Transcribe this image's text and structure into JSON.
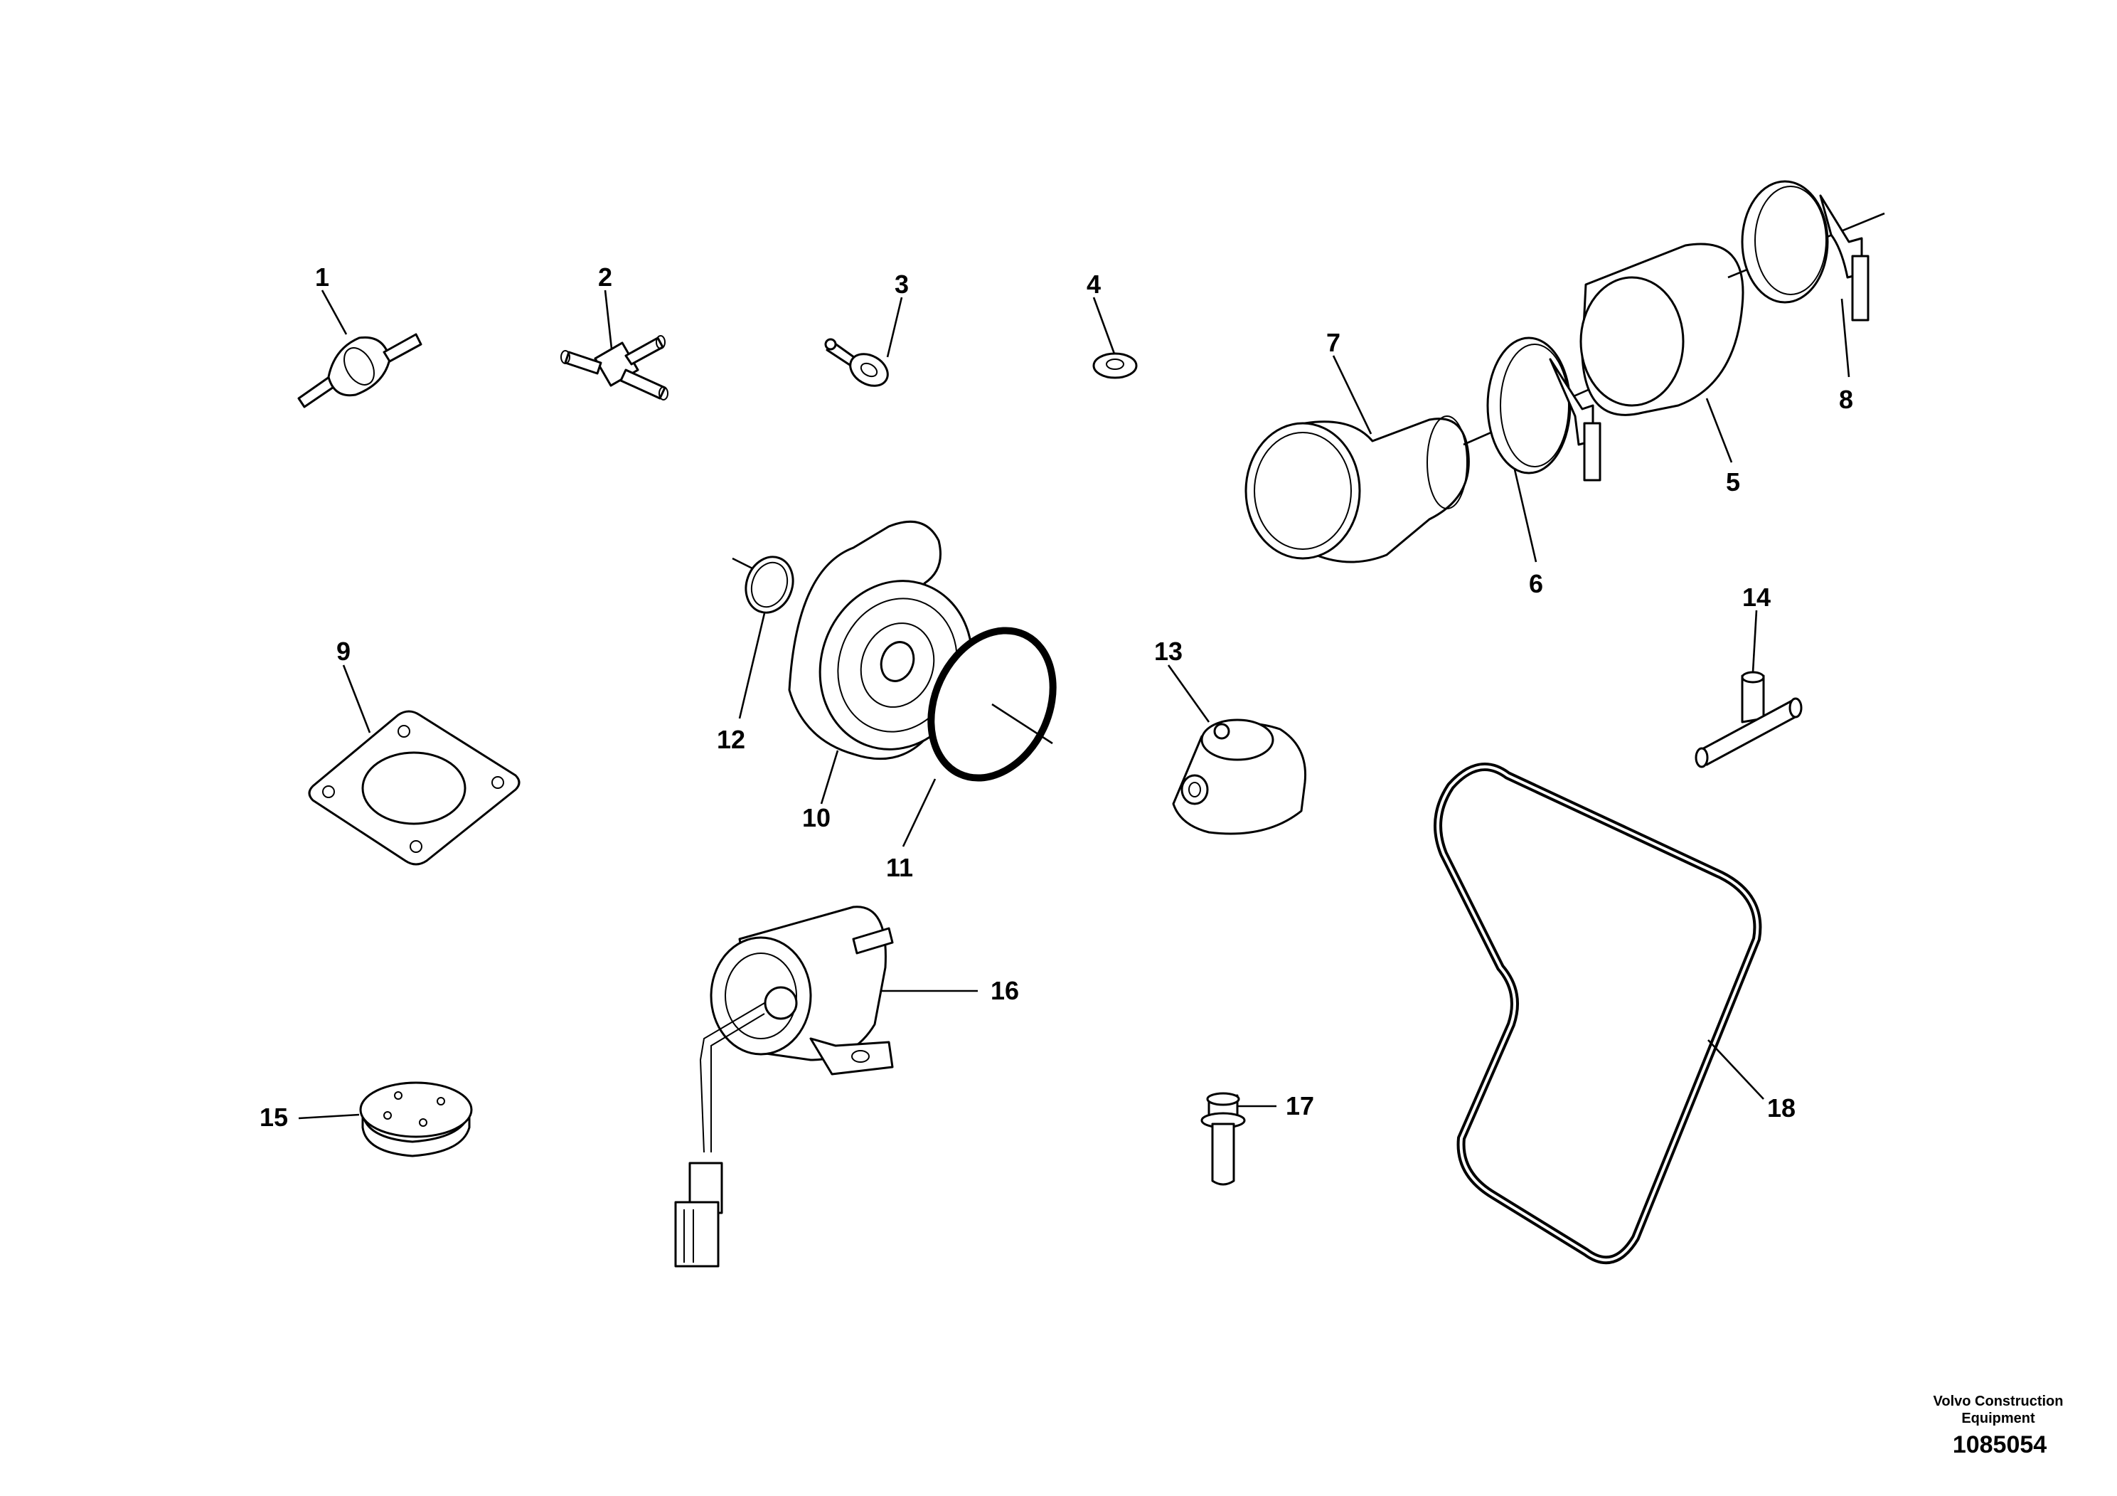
{
  "diagram": {
    "parts": [
      {
        "id": "1",
        "label": "1",
        "icon": "fuel-hose-connector-icon"
      },
      {
        "id": "2",
        "label": "2",
        "icon": "tee-fitting-icon"
      },
      {
        "id": "3",
        "label": "3",
        "icon": "banjo-fitting-icon"
      },
      {
        "id": "4",
        "label": "4",
        "icon": "sealing-washer-icon"
      },
      {
        "id": "5",
        "label": "5",
        "icon": "rubber-sleeve-icon"
      },
      {
        "id": "6",
        "label": "6",
        "icon": "hose-clamp-icon"
      },
      {
        "id": "7",
        "label": "7",
        "icon": "elbow-hose-icon"
      },
      {
        "id": "8",
        "label": "8",
        "icon": "hose-clamp-icon"
      },
      {
        "id": "9",
        "label": "9",
        "icon": "flange-gasket-icon"
      },
      {
        "id": "10",
        "label": "10",
        "icon": "filter-adapter-icon"
      },
      {
        "id": "11",
        "label": "11",
        "icon": "o-ring-large-icon"
      },
      {
        "id": "12",
        "label": "12",
        "icon": "o-ring-small-icon"
      },
      {
        "id": "13",
        "label": "13",
        "icon": "filter-head-icon"
      },
      {
        "id": "14",
        "label": "14",
        "icon": "tee-connector-icon"
      },
      {
        "id": "15",
        "label": "15",
        "icon": "cap-plug-icon"
      },
      {
        "id": "16",
        "label": "16",
        "icon": "fuel-pump-icon"
      },
      {
        "id": "17",
        "label": "17",
        "icon": "flange-bolt-icon"
      },
      {
        "id": "18",
        "label": "18",
        "icon": "v-ribbed-belt-icon"
      }
    ]
  },
  "footer": {
    "company_line1": "Volvo Construction",
    "company_line2": "Equipment",
    "drawing_number": "1085054"
  }
}
